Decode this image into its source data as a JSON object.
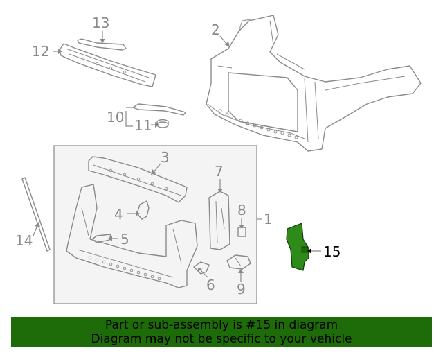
{
  "diagram": {
    "callouts": [
      {
        "id": "c1",
        "label": "1"
      },
      {
        "id": "c2",
        "label": "2"
      },
      {
        "id": "c3",
        "label": "3"
      },
      {
        "id": "c4",
        "label": "4"
      },
      {
        "id": "c5",
        "label": "5"
      },
      {
        "id": "c6",
        "label": "6"
      },
      {
        "id": "c7",
        "label": "7"
      },
      {
        "id": "c8",
        "label": "8"
      },
      {
        "id": "c9",
        "label": "9"
      },
      {
        "id": "c10",
        "label": "10"
      },
      {
        "id": "c11",
        "label": "11"
      },
      {
        "id": "c12",
        "label": "12"
      },
      {
        "id": "c13",
        "label": "13"
      },
      {
        "id": "c14",
        "label": "14"
      },
      {
        "id": "c15",
        "label": "15"
      }
    ],
    "highlighted_part": "15",
    "colors": {
      "line_gray": "#8a8a8a",
      "highlight_green": "#2e8b1a",
      "banner_green": "#1e6b0a",
      "box_fill": "#f4f4f4"
    }
  },
  "footer": {
    "line1": "Part or sub-assembly is #15 in diagram",
    "line2": "Diagram may not be specific to your vehicle"
  }
}
